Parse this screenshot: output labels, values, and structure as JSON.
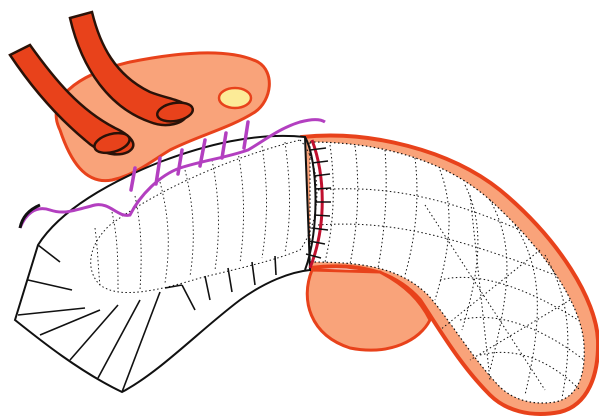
{
  "diagram": {
    "labels": [],
    "colors": {
      "background": "#ffffff",
      "tissue_fill": "#F9A37A",
      "tissue_stroke": "#E8421B",
      "vessel_fill": "#E8421B",
      "vessel_stroke": "#2A1208",
      "ostium_fill": "#FCEB97",
      "suture": "#B33FC0",
      "graft_stroke": "#111111",
      "anastomosis_line": "#C0102E"
    },
    "icons": [
      "aortic-cuff-patch",
      "branch-vessel-stumps",
      "tube-graft",
      "suture-line",
      "native-aorta"
    ]
  }
}
